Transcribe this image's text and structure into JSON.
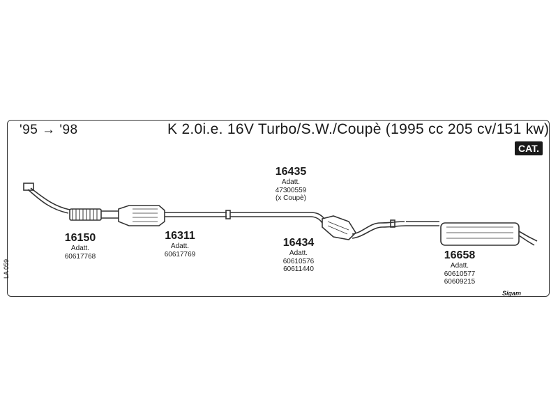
{
  "header": {
    "years": "'95 → '98",
    "title": "K 2.0i.e. 16V Turbo/S.W./Coupè (1995 cc 205 cv/151 kw)",
    "badge": "CAT."
  },
  "parts": [
    {
      "number": "16150",
      "lines": [
        "Adatt.",
        "60617768"
      ]
    },
    {
      "number": "16311",
      "lines": [
        "Adatt.",
        "60617769"
      ]
    },
    {
      "number": "16435",
      "lines": [
        "Adatt.",
        "47300559",
        "(x Coupè)"
      ]
    },
    {
      "number": "16434",
      "lines": [
        "Adatt.",
        "60610576",
        "60611440"
      ]
    },
    {
      "number": "16658",
      "lines": [
        "Adatt.",
        "60610577",
        "60609215"
      ]
    }
  ],
  "side_code": "LA 059",
  "brand": "Sigam"
}
